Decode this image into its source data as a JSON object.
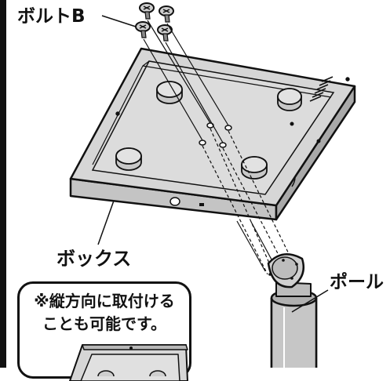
{
  "labels": {
    "bolt": "ボルトB",
    "box": "ボックス",
    "pole": "ポール"
  },
  "note": {
    "line1": "※縦方向に取付ける",
    "line2": "ことも可能です。"
  }
}
